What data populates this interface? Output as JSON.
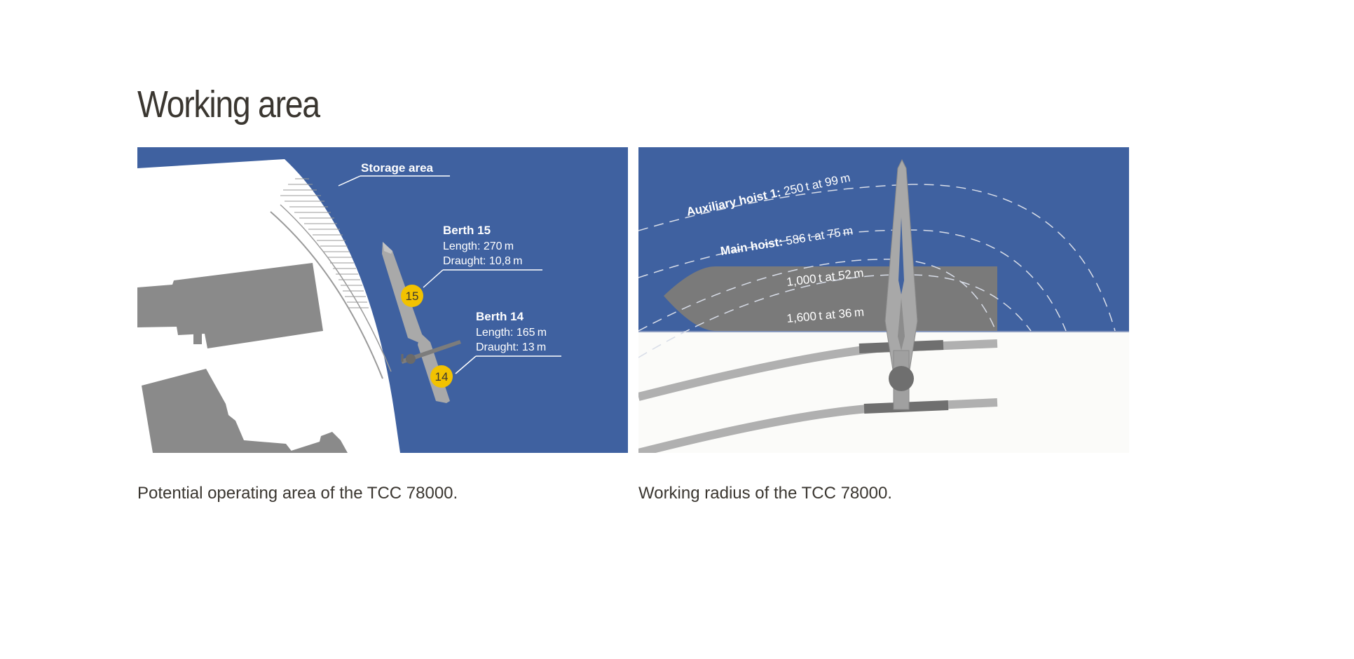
{
  "page": {
    "title": "Working area"
  },
  "left_figure": {
    "storage_label": "Storage area",
    "berths": [
      {
        "name": "Berth 15",
        "length": "Length: 270 m",
        "draught": "Draught: 10,8 m",
        "number": "15"
      },
      {
        "name": "Berth 14",
        "length": "Length: 165 m",
        "draught": "Draught: 13 m",
        "number": "14"
      }
    ],
    "caption": "Potential operating area of the TCC 78000.",
    "colors": {
      "water": "#3f61a0",
      "land": "#ffffff",
      "buildings": "#8a8a8a",
      "marker": "#f2c200"
    }
  },
  "right_figure": {
    "radii": [
      {
        "label": "Auxiliary hoist 1:",
        "value": "250 t at 99 m"
      },
      {
        "label": "Main hoist:",
        "value": "586 t at 75 m"
      },
      {
        "label": "",
        "value": "1,000 t at 52 m"
      },
      {
        "label": "",
        "value": "1,600 t at 36 m"
      }
    ],
    "caption": "Working radius of the TCC 78000.",
    "colors": {
      "water": "#3f61a0",
      "ship": "#7a7a7a",
      "crane": "#a8a8a8",
      "rail": "#b0b0b0"
    }
  }
}
